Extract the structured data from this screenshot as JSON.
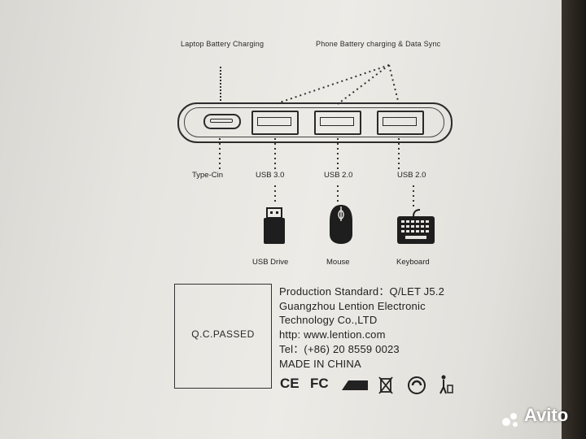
{
  "top_labels": {
    "laptop": "Laptop Battery Charging",
    "phone": "Phone Battery charging & Data Sync"
  },
  "ports": [
    {
      "label": "Type-Cin"
    },
    {
      "label": "USB 3.0"
    },
    {
      "label": "USB 2.0"
    },
    {
      "label": "USB 2.0"
    }
  ],
  "devices": [
    {
      "label": "USB Drive",
      "icon": "usb-drive-icon"
    },
    {
      "label": "Mouse",
      "icon": "mouse-icon"
    },
    {
      "label": "Keyboard",
      "icon": "keyboard-icon"
    }
  ],
  "qc_label": "Q.C.PASSED",
  "spec_lines": [
    "Production Standard：Q/LET J5.2",
    "Guangzhou Lention Electronic",
    "Technology Co.,LTD",
    "http: www.lention.com",
    "Tel：(+86) 20 8559 0023",
    "MADE IN CHINA"
  ],
  "certifications": {
    "ce": "CE",
    "fc": "FC"
  },
  "watermark": "Avito",
  "colors": {
    "print": "#2a2a2a",
    "box": "#e6e4df"
  }
}
